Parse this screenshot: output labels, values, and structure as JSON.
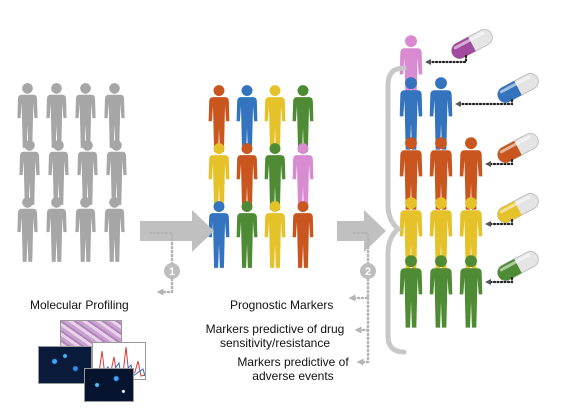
{
  "labels": {
    "molecular_profiling": "Molecular Profiling",
    "prognostic_markers": "Prognostic Markers",
    "markers_drug": "Markers predictive of drug sensitivity/resistance",
    "markers_adverse": "Markers predictive of adverse events"
  },
  "steps": {
    "one": "1",
    "two": "2"
  },
  "colors": {
    "gray": "#a6a6a6",
    "blue": "#3473bd",
    "orange": "#c8561e",
    "yellow": "#e6c22a",
    "green": "#4e8b34",
    "pink": "#d88bd0",
    "purple": "#a24aa0",
    "arrow": "#c0c0c0"
  },
  "figures": {
    "left": [
      [
        "gray",
        "gray",
        "gray",
        "gray"
      ],
      [
        "gray",
        "gray",
        "gray",
        "gray"
      ],
      [
        "gray",
        "gray",
        "gray",
        "gray"
      ]
    ],
    "middle": [
      [
        "orange",
        "blue",
        "yellow",
        "green"
      ],
      [
        "yellow",
        "orange",
        "green",
        "pink"
      ],
      [
        "blue",
        "green",
        "yellow",
        "orange"
      ]
    ],
    "right": [
      {
        "color": "pink",
        "count": 1,
        "pill": "purple"
      },
      {
        "color": "blue",
        "count": 2,
        "pill": "blue"
      },
      {
        "color": "orange",
        "count": 3,
        "pill": "orange"
      },
      {
        "color": "yellow",
        "count": 3,
        "pill": "yellow"
      },
      {
        "color": "green",
        "count": 3,
        "pill": "green"
      }
    ]
  }
}
